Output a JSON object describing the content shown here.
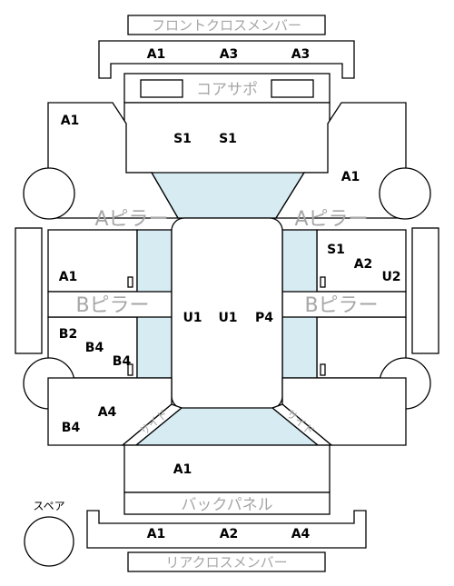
{
  "panels": {
    "front_cross_member": "フロントクロスメンバー",
    "core_support": "コアサポ",
    "a_pillar_left": "Aピラー",
    "a_pillar_right": "Aピラー",
    "b_pillar_left": "Bピラー",
    "b_pillar_right": "Bピラー",
    "sill_left": "サイド",
    "sill_right": "サイド",
    "back_panel": "バックパネル",
    "rear_cross_member": "リアクロスメンバー",
    "spare": "スペア"
  },
  "grades": {
    "front_cross": [
      "A1",
      "A3",
      "A3"
    ],
    "core_support": [
      "S1",
      "S1"
    ],
    "left_fender": "A1",
    "right_fender": "A1",
    "left_front_door": "A1",
    "right_front_door": [
      "S1",
      "A2",
      "U2"
    ],
    "left_rear_door": [
      "B2",
      "B4",
      "B4"
    ],
    "roof": [
      "U1",
      "U1",
      "P4"
    ],
    "left_quarter": [
      "A4",
      "B4"
    ],
    "trunk": "A1",
    "rear_cross": [
      "A1",
      "A2",
      "A4"
    ]
  },
  "colors": {
    "glass": "#d6ebf2",
    "label_gray": "#a6a6a6"
  }
}
